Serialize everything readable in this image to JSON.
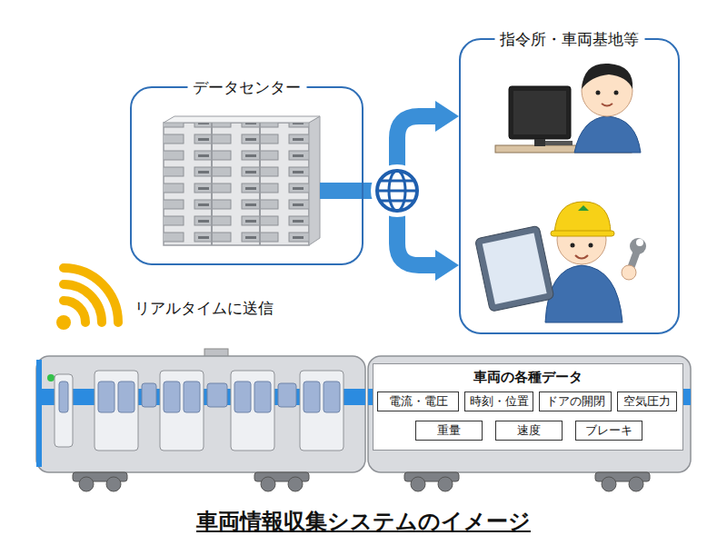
{
  "diagram": {
    "caption": "車両情報収集システムのイメージ",
    "nodes": [
      {
        "text": [
          "データセンター"
        ]
      },
      {
        "text": [
          "指令所・車両基地等"
        ]
      },
      {
        "text": [
          "車両の各種データ"
        ]
      },
      {
        "text": [
          "電流・電圧"
        ],
        "in": 2
      },
      {
        "text": [
          "時刻・位置"
        ],
        "in": 2
      },
      {
        "text": [
          "ドアの開閉"
        ],
        "in": 2
      },
      {
        "text": [
          "空気圧力"
        ],
        "in": 2
      },
      {
        "text": [
          "重量"
        ],
        "in": 2
      },
      {
        "text": [
          "速度"
        ],
        "in": 2
      },
      {
        "text": [
          "ブレーキ"
        ],
        "in": 2
      }
    ],
    "edges": [
      {
        "from": 0,
        "to": 1,
        "arrow": "to"
      }
    ],
    "labels": [
      "リアルタイムに送信"
    ]
  }
}
